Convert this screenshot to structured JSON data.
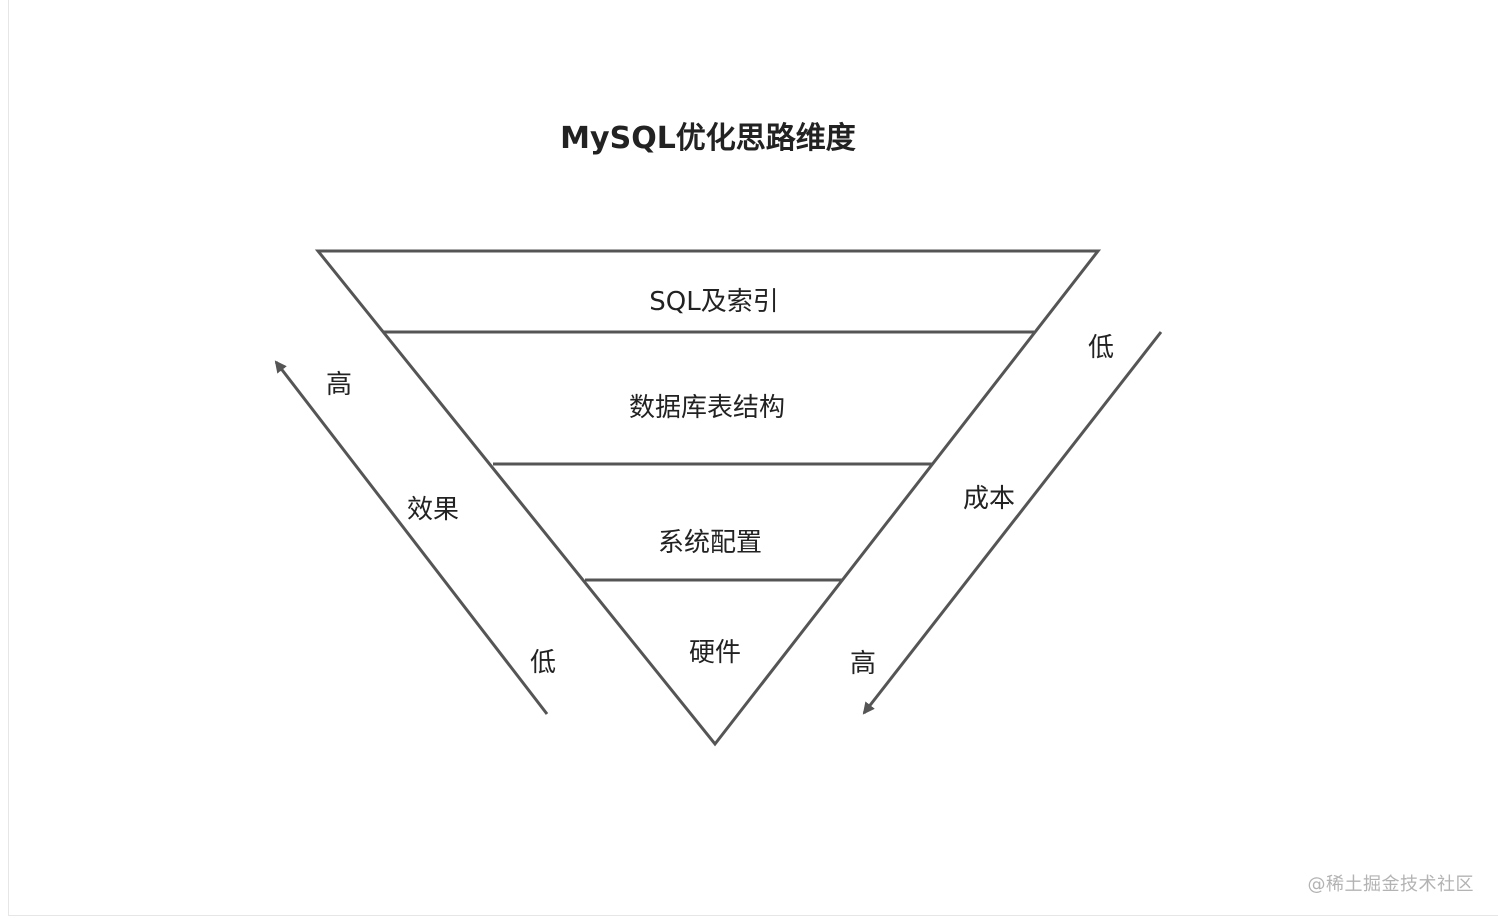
{
  "title": "MySQL优化思路维度",
  "tiers": [
    {
      "label": "SQL及索引"
    },
    {
      "label": "数据库表结构"
    },
    {
      "label": "系统配置"
    },
    {
      "label": "硬件"
    }
  ],
  "left_axis": {
    "name": "效果",
    "top_label": "高",
    "bottom_label": "低",
    "direction": "up"
  },
  "right_axis": {
    "name": "成本",
    "top_label": "低",
    "bottom_label": "高",
    "direction": "down"
  },
  "colors": {
    "stroke": "#555555",
    "text": "#222222",
    "watermark": "#b3b3b3"
  },
  "watermark": "@稀土掘金技术社区"
}
